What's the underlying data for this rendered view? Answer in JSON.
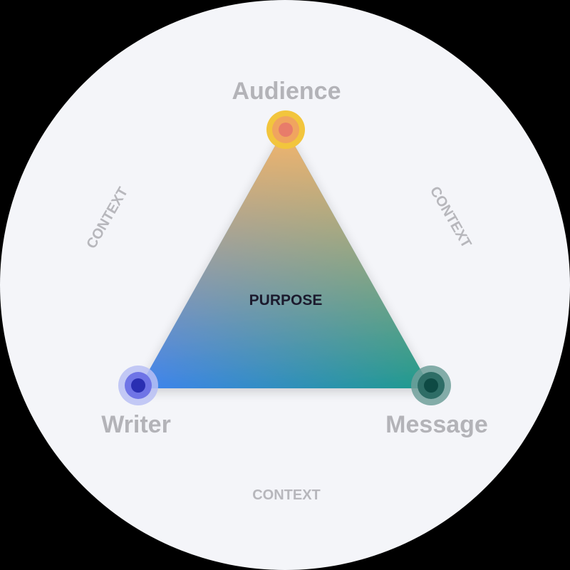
{
  "diagram": {
    "center_label": "PURPOSE",
    "vertices": {
      "top": "Audience",
      "bottom_left": "Writer",
      "bottom_right": "Message"
    },
    "context_labels": {
      "left": "CONTEXT",
      "right": "CONTEXT",
      "bottom": "CONTEXT"
    }
  },
  "colors": {
    "background": "#000000",
    "circle": "#f4f5f9",
    "apex_top": "#f6b56a",
    "apex_left": "#3f83f0",
    "apex_right": "#1f9b8a",
    "node_top_ring": "#f2c53d",
    "node_top_core": "#e87c6a",
    "node_left_ring": "#b9bff5",
    "node_left_core": "#2a2fb2",
    "node_right_ring": "#6f9f9a",
    "node_right_core": "#0e4a44",
    "vertex_label": "#b3b3b8",
    "context_label": "#b7b7bc",
    "center_label": "#1c1b2e"
  }
}
